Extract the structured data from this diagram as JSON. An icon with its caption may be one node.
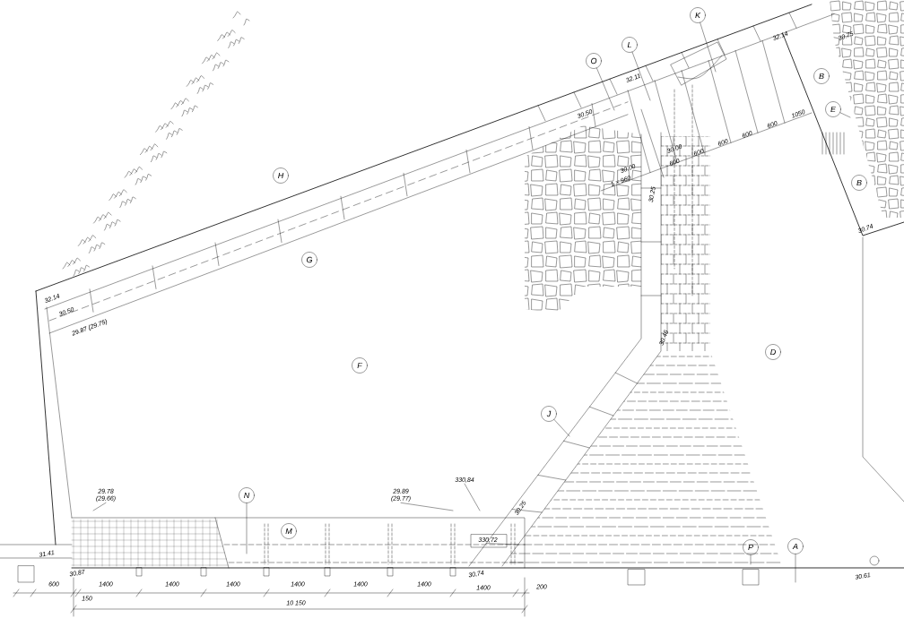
{
  "diagram": {
    "nodes": [
      {
        "text": [
          "H"
        ]
      },
      {
        "text": [
          "G"
        ]
      },
      {
        "text": [
          "F"
        ]
      },
      {
        "text": [
          "O"
        ]
      },
      {
        "text": [
          "L"
        ]
      },
      {
        "text": [
          "K"
        ]
      },
      {
        "text": [
          "B"
        ]
      },
      {
        "text": [
          "E"
        ]
      },
      {
        "text": [
          "B"
        ]
      },
      {
        "text": [
          "D"
        ]
      },
      {
        "text": [
          "J"
        ]
      },
      {
        "text": [
          "29.78 (29.66)"
        ]
      },
      {
        "text": [
          "N"
        ]
      },
      {
        "text": [
          "M"
        ]
      },
      {
        "text": [
          "29.89 (29.77)"
        ]
      },
      {
        "text": [
          "330,84"
        ]
      },
      {
        "text": [
          "P"
        ]
      },
      {
        "text": [
          "A"
        ]
      }
    ],
    "edges": [
      {
        "from": 3,
        "to": null,
        "arrow": "none"
      },
      {
        "from": 4,
        "to": null,
        "arrow": "none"
      },
      {
        "from": 5,
        "to": null,
        "arrow": "none"
      },
      {
        "from": 7,
        "to": null,
        "arrow": "none"
      },
      {
        "from": 10,
        "to": null,
        "arrow": "none"
      },
      {
        "from": 11,
        "to": null,
        "arrow": "none"
      },
      {
        "from": 12,
        "to": null,
        "arrow": "none"
      },
      {
        "from": 14,
        "to": null,
        "arrow": "none"
      },
      {
        "from": 15,
        "to": null,
        "arrow": "none"
      },
      {
        "from": 16,
        "to": null,
        "arrow": "none"
      },
      {
        "from": 17,
        "to": null,
        "arrow": "none"
      }
    ],
    "labels": [
      "32.14",
      "30.50",
      "29.87 (29.75)",
      "30.50",
      "32.11",
      "32.14",
      "30.75",
      "30.00",
      "1 × 960",
      "30.00",
      "600",
      "600",
      "600",
      "600",
      "600",
      "1050",
      "30.25",
      "30.74",
      "30.46",
      "30.25",
      "31.41",
      "30,87",
      "330,72",
      "30,74",
      "30.61",
      "600",
      "1400",
      "1400",
      "1400",
      "1400",
      "1400",
      "1400",
      "1400",
      "200",
      "150",
      "10 150"
    ]
  }
}
